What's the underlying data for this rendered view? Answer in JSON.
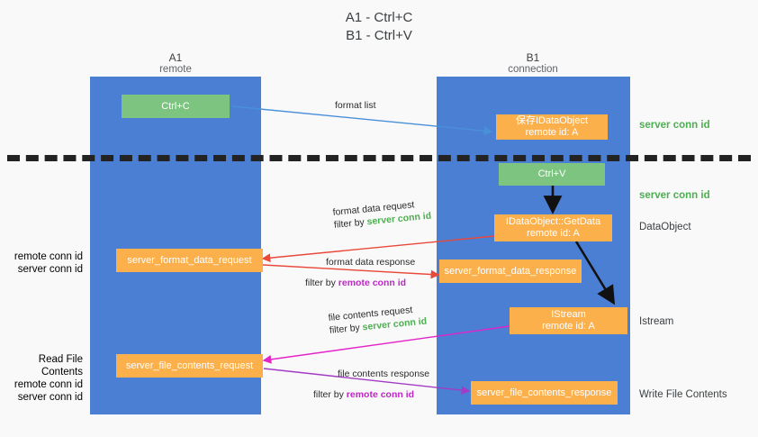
{
  "title": {
    "line1": "A1 - Ctrl+C",
    "line2": "B1 - Ctrl+V"
  },
  "columns": [
    {
      "name": "A1",
      "sub": "remote"
    },
    {
      "name": "B1",
      "sub": "connection"
    }
  ],
  "colors": {
    "lane": "#4a7fd4",
    "green_node": "#7cc47f",
    "orange_node": "#fbb04c",
    "server_conn": "#4caf50",
    "remote_conn": "#c026c8",
    "divider": "#232323",
    "arrow_blue": "#4a90d9",
    "arrow_red": "#e8493a",
    "arrow_magenta": "#e324c8",
    "arrow_purple": "#a23cc4",
    "arrow_black": "#111111",
    "background": "#f9f9f9"
  },
  "nodes": {
    "ctrl_c": "Ctrl+C",
    "ctrl_v": "Ctrl+V",
    "save_idataobject": "保存IDataObject\nremote id: A",
    "getdata": "IDataObject::GetData\nremote id: A",
    "istream": "IStream\nremote id: A",
    "server_format_data_request": "server_format_data_request",
    "server_format_data_response": "server_format_data_response",
    "server_file_contents_request": "server_file_contents_request",
    "server_file_contents_response": "server_file_contents_response"
  },
  "right_annotations": [
    {
      "text": "server conn id",
      "style": "green"
    },
    {
      "text": "server conn id",
      "style": "green"
    },
    {
      "text": "DataObject",
      "style": "grey"
    },
    {
      "text": "Istream",
      "style": "grey"
    },
    {
      "text": "Write File Contents",
      "style": "grey"
    }
  ],
  "left_annotations": {
    "group1": [
      {
        "text": "remote conn id",
        "style": "purple"
      },
      {
        "text": "server conn id",
        "style": "green"
      }
    ],
    "group2_title": "Read File Contents",
    "group2": [
      {
        "text": "remote conn id",
        "style": "purple"
      },
      {
        "text": "server conn id",
        "style": "green"
      }
    ]
  },
  "edge_labels": {
    "format_list": "format list",
    "format_data_request": "format data request",
    "format_data_request_filter_pre": "filter by ",
    "format_data_request_filter_key": "server conn id",
    "format_data_response": "format data response",
    "format_data_response_filter_pre": "filter by ",
    "format_data_response_filter_key": "remote conn id",
    "file_contents_request": "file contents request",
    "file_contents_request_filter_pre": "filter by ",
    "file_contents_request_filter_key": "server conn id",
    "file_contents_response": "file contents response",
    "file_contents_response_filter_pre": "filter by ",
    "file_contents_response_filter_key": "remote conn id"
  }
}
